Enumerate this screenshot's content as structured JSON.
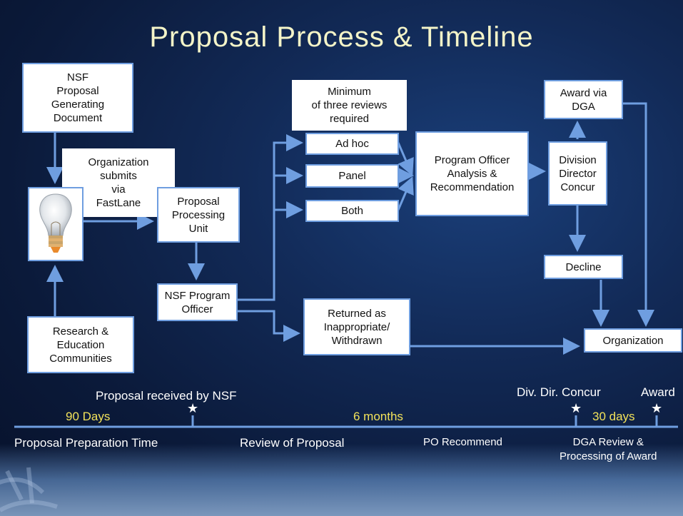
{
  "title": "Proposal Process & Timeline",
  "boxes": {
    "nsf_pgd": "NSF\nProposal\nGenerating\nDocument",
    "org_submits": "Organization\nsubmits\nvia\nFastLane",
    "ppu": "Proposal\nProcessing\nUnit",
    "research": "Research &\nEducation\nCommunities",
    "program_officer": "NSF Program\nOfficer",
    "min_reviews": "Minimum\nof three reviews\nrequired",
    "adhoc": "Ad hoc",
    "panel": "Panel",
    "both": "Both",
    "po_analysis": "Program Officer\nAnalysis &\nRecommendation",
    "award_dga": "Award via\nDGA",
    "div_director": "Division\nDirector\nConcur",
    "decline": "Decline",
    "returned": "Returned as\nInappropriate/\nWithdrawn",
    "organization": "Organization"
  },
  "icons": {
    "bulb": "light-bulb-icon",
    "star": "star-icon"
  },
  "timeline": {
    "received": "Proposal received by NSF",
    "div_dir_concur": "Div. Dir. Concur",
    "award": "Award",
    "days90": "90 Days",
    "months6": "6 months",
    "days30": "30 days",
    "prep_time": "Proposal Preparation Time",
    "review": "Review of Proposal",
    "po_recommend": "PO Recommend",
    "dga_review": "DGA Review &\nProcessing of Award"
  },
  "colors": {
    "title": "#f4f4c8",
    "arrow": "#6f9ee0",
    "timeline_yellow": "#f2e25a"
  }
}
